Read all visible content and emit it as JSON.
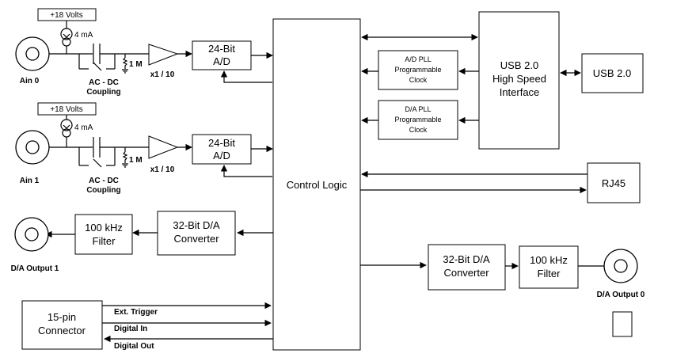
{
  "diagram": {
    "supply1": "+18 Volts",
    "supply2": "+18 Volts",
    "current1": "4 mA",
    "current2": "4 mA",
    "resistor1": "1 M",
    "resistor2": "1 M",
    "gain1": "x1 / 10",
    "gain2": "x1 / 10",
    "coupling1_line1": "AC - DC",
    "coupling1_line2": "Coupling",
    "coupling2_line1": "AC - DC",
    "coupling2_line2": "Coupling",
    "ain0": "Ain 0",
    "ain1": "Ain 1",
    "adc1_line1": "24-Bit",
    "adc1_line2": "A/D",
    "adc2_line1": "24-Bit",
    "adc2_line2": "A/D",
    "control_logic": "Control Logic",
    "ad_pll_line1": "A/D PLL",
    "ad_pll_line2": "Programmable",
    "ad_pll_line3": "Clock",
    "da_pll_line1": "D/A PLL",
    "da_pll_line2": "Programmable",
    "da_pll_line3": "Clock",
    "usb_if_line1": "USB 2.0",
    "usb_if_line2": "High Speed",
    "usb_if_line3": "Interface",
    "usb_port": "USB 2.0",
    "rj45": "RJ45",
    "filter1_line1": "100 kHz",
    "filter1_line2": "Filter",
    "dac1_line1": "32-Bit D/A",
    "dac1_line2": "Converter",
    "da_output1": "D/A Output 1",
    "dac0_line1": "32-Bit D/A",
    "dac0_line2": "Converter",
    "filter0_line1": "100 kHz",
    "filter0_line2": "Filter",
    "da_output0": "D/A Output 0",
    "connector_line1": "15-pin",
    "connector_line2": "Connector",
    "ext_trigger": "Ext. Trigger",
    "digital_in": "Digital In",
    "digital_out": "Digital Out"
  }
}
